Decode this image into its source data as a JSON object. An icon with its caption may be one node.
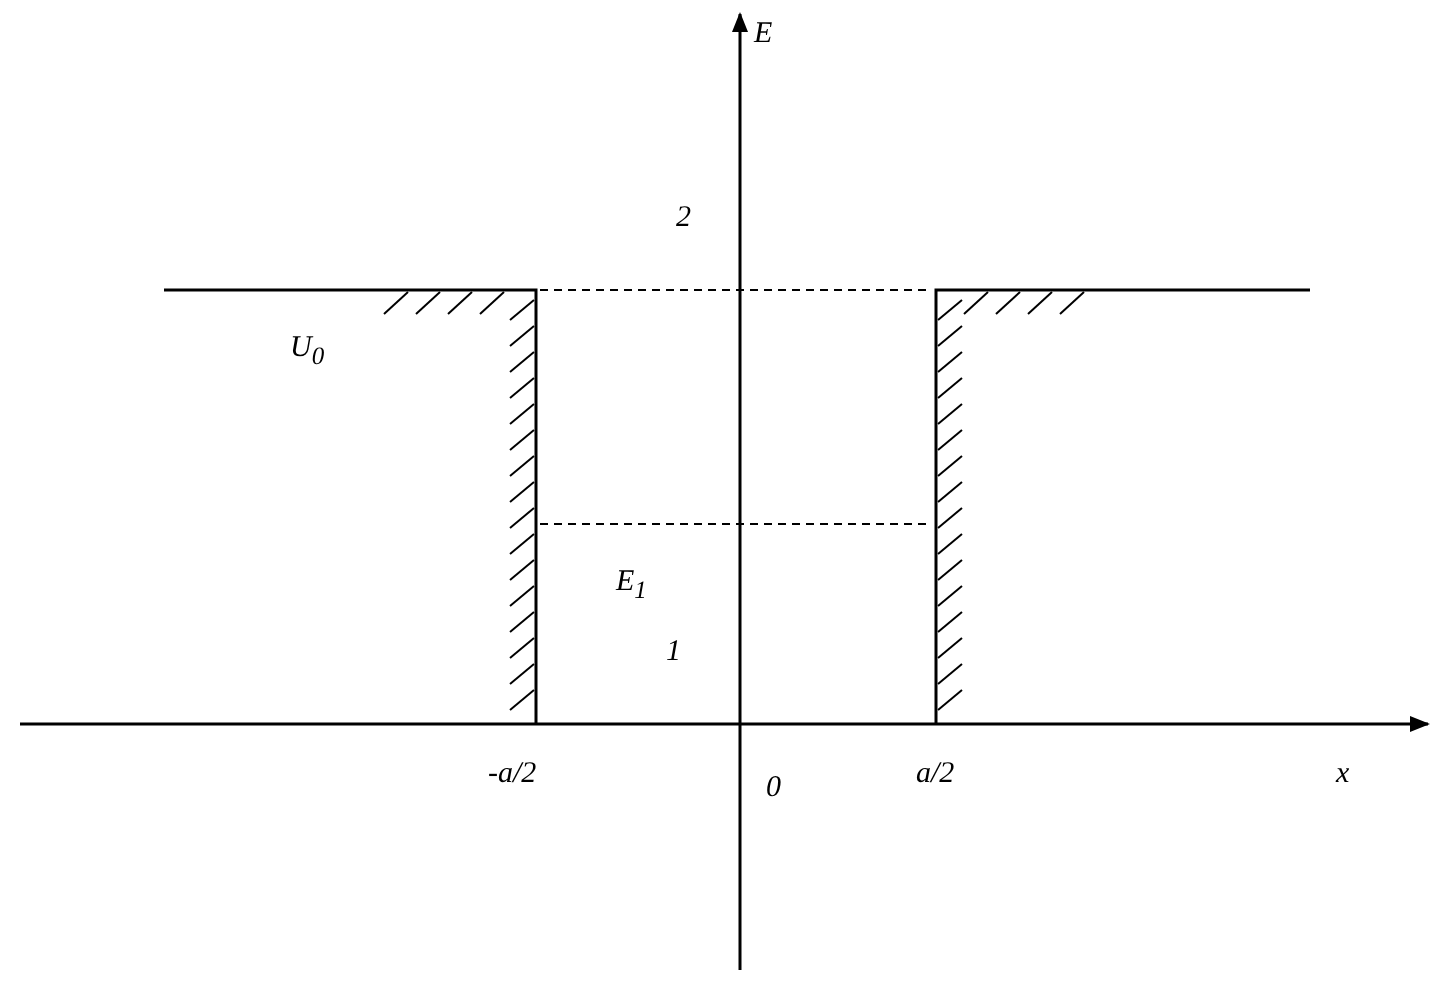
{
  "diagram": {
    "labels": [
      "E",
      "2",
      "U$_{0}$",
      "E$_{1}$",
      "1",
      "-a/2",
      "a/2",
      "x",
      "0"
    ]
  }
}
